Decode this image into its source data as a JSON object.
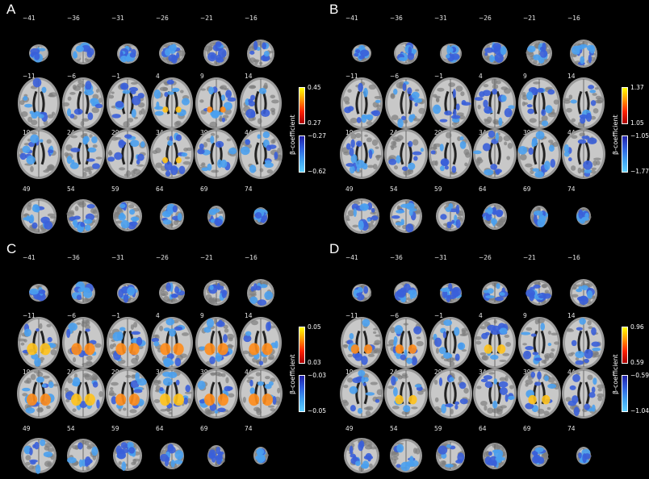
{
  "panels": [
    {
      "letter": "A",
      "slices": [
        "−41",
        "−36",
        "−31",
        "−26",
        "−21",
        "−16",
        "−11",
        "−6",
        "−1",
        "4",
        "9",
        "14",
        "19",
        "24",
        "29",
        "34",
        "39",
        "44",
        "49",
        "54",
        "59",
        "64",
        "69",
        "74"
      ],
      "colorbar": {
        "hot_max": "0.45",
        "hot_min": "0.27",
        "cold_max": "−0.27",
        "cold_min": "−0.62",
        "title": "β-coefficient"
      },
      "hot_level": 0.15
    },
    {
      "letter": "B",
      "slices": [
        "−41",
        "−36",
        "−31",
        "−26",
        "−21",
        "−16",
        "−11",
        "−6",
        "−1",
        "4",
        "9",
        "14",
        "19",
        "24",
        "29",
        "34",
        "39",
        "44",
        "49",
        "54",
        "59",
        "64",
        "69",
        "74"
      ],
      "colorbar": {
        "hot_max": "1.37",
        "hot_min": "1.05",
        "cold_max": "−1.05",
        "cold_min": "−1.77",
        "title": "β-coefficient"
      },
      "hot_level": 0.1
    },
    {
      "letter": "C",
      "slices": [
        "−41",
        "−36",
        "−31",
        "−26",
        "−21",
        "−16",
        "−11",
        "−6",
        "−1",
        "4",
        "9",
        "14",
        "19",
        "24",
        "29",
        "34",
        "39",
        "44",
        "49",
        "54",
        "59",
        "64",
        "69",
        "74"
      ],
      "colorbar": {
        "hot_max": "0.05",
        "hot_min": "0.03",
        "cold_max": "−0.03",
        "cold_min": "−0.05",
        "title": "β-coefficient"
      },
      "hot_level": 0.9
    },
    {
      "letter": "D",
      "slices": [
        "−41",
        "−36",
        "−31",
        "−26",
        "−21",
        "−16",
        "−11",
        "−6",
        "−1",
        "4",
        "9",
        "14",
        "19",
        "24",
        "29",
        "34",
        "39",
        "44",
        "49",
        "54",
        "59",
        "64",
        "69",
        "74"
      ],
      "colorbar": {
        "hot_max": "0.96",
        "hot_min": "0.59",
        "cold_max": "−0.59",
        "cold_min": "−1.04",
        "title": "β-coefficient"
      },
      "hot_level": 0.55
    }
  ]
}
